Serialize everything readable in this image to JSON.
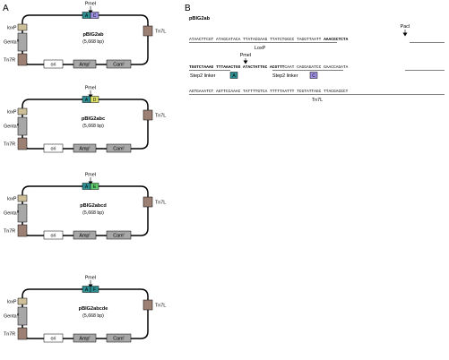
{
  "panels": {
    "a": "A",
    "b": "B"
  },
  "colors": {
    "tan": "#cdbf9a",
    "gray": "#a7a7a7",
    "brown": "#9c8074",
    "teal": "#2e8f93",
    "violet": "#9f8fe0",
    "yellow": "#dfe36a",
    "green": "#5ec86a"
  },
  "common": {
    "pmei": "PmeI",
    "loxp": "loxP",
    "genta": "Genta",
    "genta_sup": "R",
    "tn7r": "Tn7R",
    "tn7l": "Tn7L",
    "ori": "ori",
    "amp": "Amp",
    "amp_sup": "r",
    "cam": "Cam",
    "cam_sup": "r",
    "box_a": "A"
  },
  "plasmids": [
    {
      "name": "pBIG2ab",
      "size": "(5,668 bp)",
      "second": "C",
      "second_color": "violet"
    },
    {
      "name": "pBIG2abc",
      "size": "(5,668 bp)",
      "second": "D",
      "second_color": "yellow"
    },
    {
      "name": "pBIG2abcd",
      "size": "(5,668 bp)",
      "second": "E",
      "second_color": "green"
    },
    {
      "name": "pBIG2abcde",
      "size": "(5,668 bp)",
      "second": "F",
      "second_color": "teal"
    }
  ],
  "sequence": {
    "title": "pBIG2ab",
    "pacI": "PacI",
    "loxp": "LoxP",
    "pmei": "PmeI",
    "step2_left": "Step2 linker",
    "step2_right": "Step2 linker",
    "box_a": "A",
    "box_c": "C",
    "tn7l": "Tn7L",
    "line1_plain": "ATAACTTCGT ATAGCATACA TTATACGAAG TTATCTGGCC TAGGTTAATT",
    "line1_bold": "AAACGCTCTA",
    "line2_bold": "TGGTCTAAAG TTTAAACTGG ATACTATTGC ACGTTT",
    "line2_plain": "CAAT CAGGAGATCC GAACCAGATA",
    "line3": "AGTGAAATCT AGTTCCAAAC TATTTTGTCA TTTTTAATTT TCGTATTAGC TTACGACGCT"
  }
}
